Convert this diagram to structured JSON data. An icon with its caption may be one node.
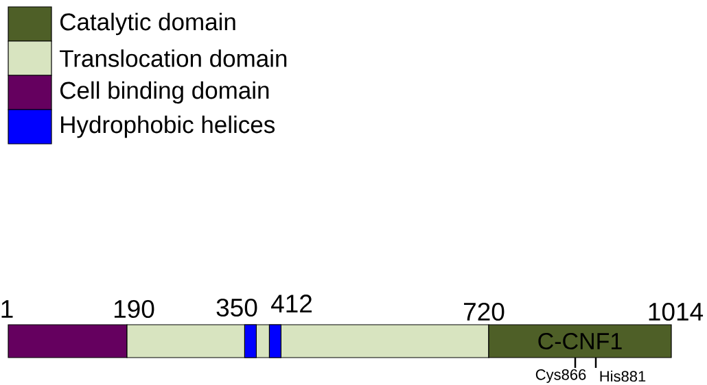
{
  "diagram": {
    "nodes": [
      {
        "text": [],
        "shape": "bar"
      },
      {
        "text": [],
        "shape": "bar"
      },
      {
        "text": [],
        "shape": "bar",
        "in": 1
      },
      {
        "text": [],
        "shape": "bar",
        "in": 1
      },
      {
        "text": [
          "C-CNF1"
        ],
        "beside": [
          "Cys866",
          "His881"
        ]
      }
    ],
    "labels": [
      "1",
      "190",
      "350",
      "412",
      "720",
      "1014"
    ],
    "legend": [
      {
        "text": "Catalytic domain",
        "color": "#4e5f27"
      },
      {
        "text": "Translocation domain",
        "color": "#d8e4c0"
      },
      {
        "text": "Cell binding domain",
        "color": "#65005f"
      },
      {
        "text": "Hydrophobic helices",
        "color": "#0000ff"
      }
    ]
  }
}
